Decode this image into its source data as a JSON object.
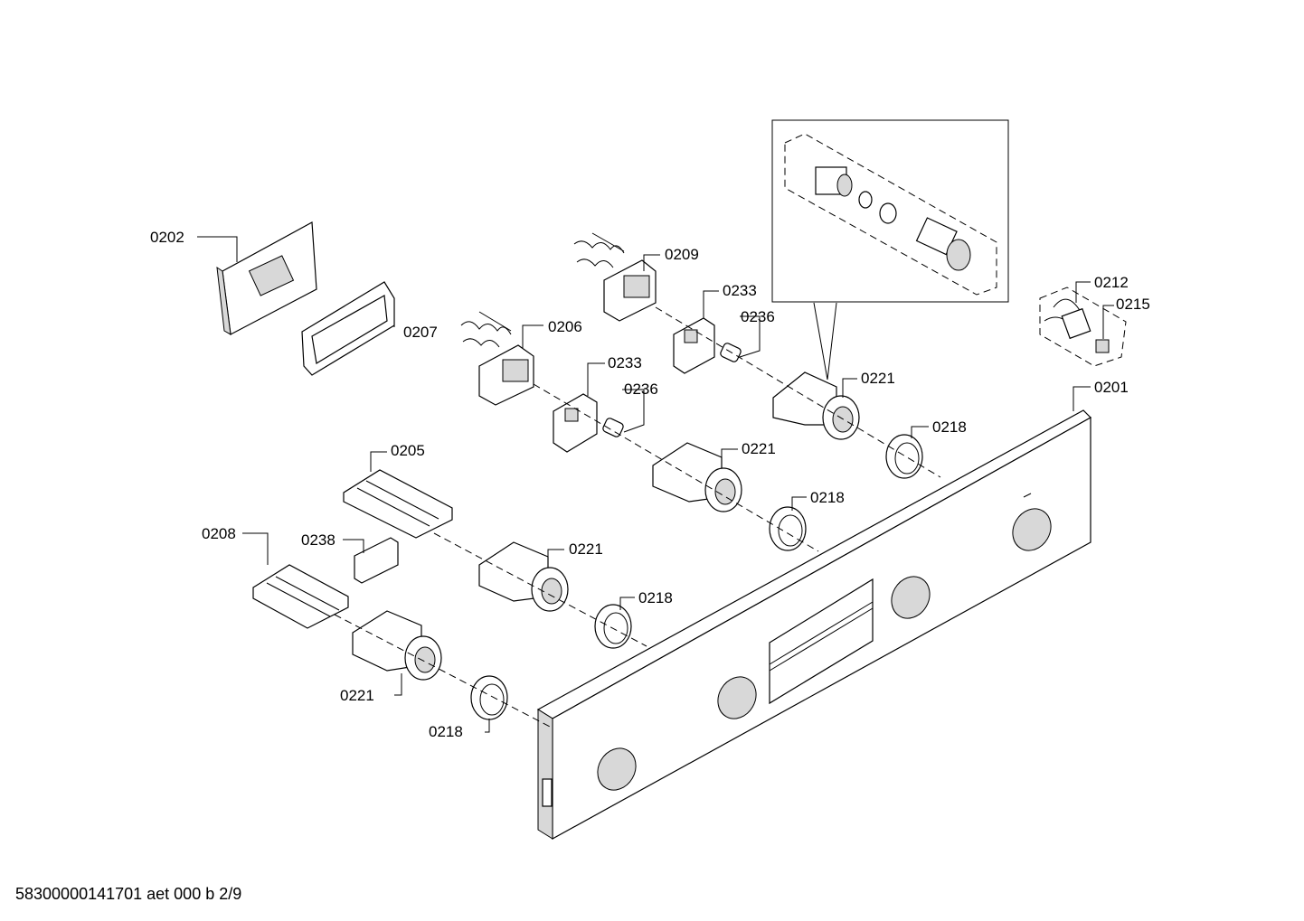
{
  "labels": {
    "p0202": "0202",
    "p0207": "0207",
    "p0206": "0206",
    "p0209": "0209",
    "p0233_a": "0233",
    "p0236_a": "0236",
    "p0233_b": "0233",
    "p0236_b": "0236",
    "p0221_a": "0221",
    "p0221_b": "0221",
    "p0221_c": "0221",
    "p0221_d": "0221",
    "p0218_a": "0218",
    "p0218_b": "0218",
    "p0218_c": "0218",
    "p0218_d": "0218",
    "p0205": "0205",
    "p0208": "0208",
    "p0238": "0238",
    "p0212": "0212",
    "p0215": "0215",
    "p0201": "0201"
  },
  "footer": {
    "code": "58300000141701 aet 000 b 2/9"
  }
}
